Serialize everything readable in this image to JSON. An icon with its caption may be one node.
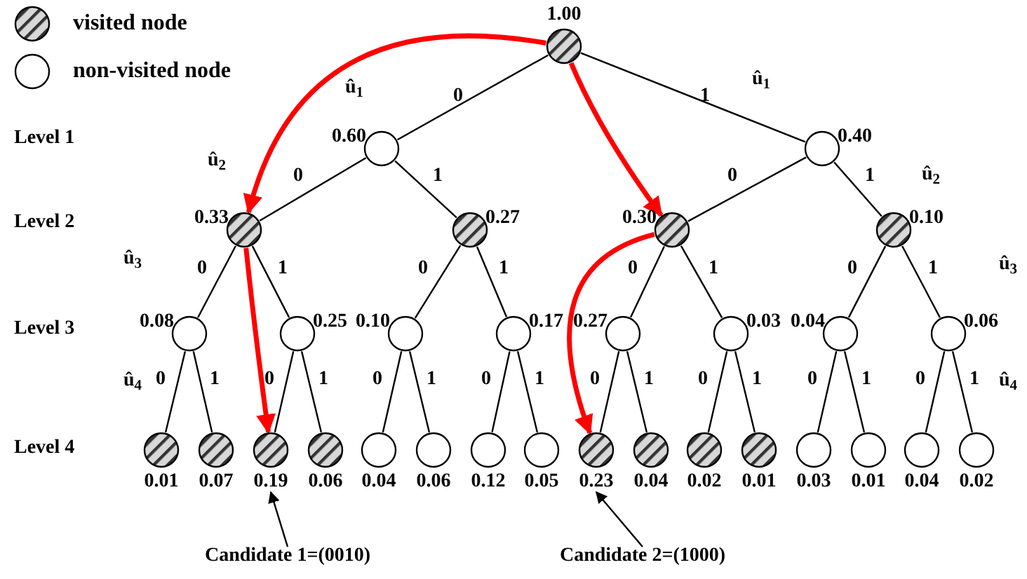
{
  "diagram": {
    "nodes": [
      {
        "text": [],
        "shape": "hatched",
        "beside": [
          "1.00"
        ]
      },
      {
        "text": [],
        "shape": "circle",
        "beside": [
          "0.60"
        ]
      },
      {
        "text": [],
        "shape": "circle",
        "beside": [
          "0.40"
        ]
      },
      {
        "text": [],
        "shape": "hatched",
        "beside": [
          "0.33"
        ]
      },
      {
        "text": [],
        "shape": "hatched",
        "beside": [
          "0.27"
        ]
      },
      {
        "text": [],
        "shape": "hatched",
        "beside": [
          "0.30"
        ]
      },
      {
        "text": [],
        "shape": "hatched",
        "beside": [
          "0.10"
        ]
      },
      {
        "text": [],
        "shape": "circle",
        "beside": [
          "0.08"
        ]
      },
      {
        "text": [],
        "shape": "circle",
        "beside": [
          "0.25"
        ]
      },
      {
        "text": [],
        "shape": "circle",
        "beside": [
          "0.10"
        ]
      },
      {
        "text": [],
        "shape": "circle",
        "beside": [
          "0.17"
        ]
      },
      {
        "text": [],
        "shape": "circle",
        "beside": [
          "0.27"
        ]
      },
      {
        "text": [],
        "shape": "circle",
        "beside": [
          "0.03"
        ]
      },
      {
        "text": [],
        "shape": "circle",
        "beside": [
          "0.04"
        ]
      },
      {
        "text": [],
        "shape": "circle",
        "beside": [
          "0.06"
        ]
      },
      {
        "text": [],
        "shape": "hatched",
        "beside": [
          "0.01"
        ]
      },
      {
        "text": [],
        "shape": "hatched",
        "beside": [
          "0.07"
        ]
      },
      {
        "text": [],
        "shape": "hatched",
        "beside": [
          "0.19"
        ]
      },
      {
        "text": [],
        "shape": "hatched",
        "beside": [
          "0.06"
        ]
      },
      {
        "text": [],
        "shape": "circle",
        "beside": [
          "0.04"
        ]
      },
      {
        "text": [],
        "shape": "circle",
        "beside": [
          "0.06"
        ]
      },
      {
        "text": [],
        "shape": "circle",
        "beside": [
          "0.12"
        ]
      },
      {
        "text": [],
        "shape": "circle",
        "beside": [
          "0.05"
        ]
      },
      {
        "text": [],
        "shape": "hatched",
        "beside": [
          "0.23"
        ]
      },
      {
        "text": [],
        "shape": "hatched",
        "beside": [
          "0.04"
        ]
      },
      {
        "text": [],
        "shape": "hatched",
        "beside": [
          "0.02"
        ]
      },
      {
        "text": [],
        "shape": "hatched",
        "beside": [
          "0.01"
        ]
      },
      {
        "text": [],
        "shape": "circle",
        "beside": [
          "0.03"
        ]
      },
      {
        "text": [],
        "shape": "circle",
        "beside": [
          "0.01"
        ]
      },
      {
        "text": [],
        "shape": "circle",
        "beside": [
          "0.04"
        ]
      },
      {
        "text": [],
        "shape": "circle",
        "beside": [
          "0.02"
        ]
      },
      {
        "text": [
          "Candidate 1=(0010)"
        ]
      },
      {
        "text": [
          "Candidate 2=(1000)"
        ]
      }
    ],
    "edges": [
      {
        "from": 0,
        "to": 1,
        "arrow": "none",
        "label": "0"
      },
      {
        "from": 0,
        "to": 2,
        "arrow": "none",
        "label": "1"
      },
      {
        "from": 1,
        "to": 3,
        "arrow": "none",
        "label": "0"
      },
      {
        "from": 1,
        "to": 4,
        "arrow": "none",
        "label": "1"
      },
      {
        "from": 2,
        "to": 5,
        "arrow": "none",
        "label": "0"
      },
      {
        "from": 2,
        "to": 6,
        "arrow": "none",
        "label": "1"
      },
      {
        "from": 3,
        "to": 7,
        "arrow": "none",
        "label": "0"
      },
      {
        "from": 3,
        "to": 8,
        "arrow": "none",
        "label": "1"
      },
      {
        "from": 4,
        "to": 9,
        "arrow": "none",
        "label": "0"
      },
      {
        "from": 4,
        "to": 10,
        "arrow": "none",
        "label": "1"
      },
      {
        "from": 5,
        "to": 11,
        "arrow": "none",
        "label": "0"
      },
      {
        "from": 5,
        "to": 12,
        "arrow": "none",
        "label": "1"
      },
      {
        "from": 6,
        "to": 13,
        "arrow": "none",
        "label": "0"
      },
      {
        "from": 6,
        "to": 14,
        "arrow": "none",
        "label": "1"
      },
      {
        "from": 7,
        "to": 15,
        "arrow": "none",
        "label": "0"
      },
      {
        "from": 7,
        "to": 16,
        "arrow": "none",
        "label": "1"
      },
      {
        "from": 8,
        "to": 17,
        "arrow": "none",
        "label": "0"
      },
      {
        "from": 8,
        "to": 18,
        "arrow": "none",
        "label": "1"
      },
      {
        "from": 9,
        "to": 19,
        "arrow": "none",
        "label": "0"
      },
      {
        "from": 9,
        "to": 20,
        "arrow": "none",
        "label": "1"
      },
      {
        "from": 10,
        "to": 21,
        "arrow": "none",
        "label": "0"
      },
      {
        "from": 10,
        "to": 22,
        "arrow": "none",
        "label": "1"
      },
      {
        "from": 11,
        "to": 23,
        "arrow": "none",
        "label": "0"
      },
      {
        "from": 11,
        "to": 24,
        "arrow": "none",
        "label": "1"
      },
      {
        "from": 12,
        "to": 25,
        "arrow": "none",
        "label": "0"
      },
      {
        "from": 12,
        "to": 26,
        "arrow": "none",
        "label": "1"
      },
      {
        "from": 13,
        "to": 27,
        "arrow": "none",
        "label": "0"
      },
      {
        "from": 13,
        "to": 28,
        "arrow": "none",
        "label": "1"
      },
      {
        "from": 14,
        "to": 29,
        "arrow": "none",
        "label": "0"
      },
      {
        "from": 14,
        "to": 30,
        "arrow": "none",
        "label": "1"
      },
      {
        "from": 0,
        "to": 3,
        "arrow": "to",
        "style": "thick",
        "color": "#ff0000"
      },
      {
        "from": 0,
        "to": 5,
        "arrow": "to",
        "style": "thick",
        "color": "#ff0000"
      },
      {
        "from": 3,
        "to": 17,
        "arrow": "to",
        "style": "thick",
        "color": "#ff0000"
      },
      {
        "from": 5,
        "to": 23,
        "arrow": "to",
        "style": "thick",
        "color": "#ff0000"
      },
      {
        "from": 31,
        "to": 17,
        "arrow": "to"
      },
      {
        "from": 32,
        "to": 23,
        "arrow": "to"
      }
    ],
    "labels": [
      "û$_{1}$",
      "û$_{1}$",
      "Level 1",
      "û$_{2}$",
      "û$_{2}$",
      "Level 2",
      "û$_{3}$",
      "û$_{3}$",
      "Level 3",
      "û$_{4}$",
      "û$_{4}$",
      "Level 4"
    ],
    "legend": [
      {
        "text": "visited node"
      },
      {
        "text": "non-visited node"
      }
    ]
  }
}
